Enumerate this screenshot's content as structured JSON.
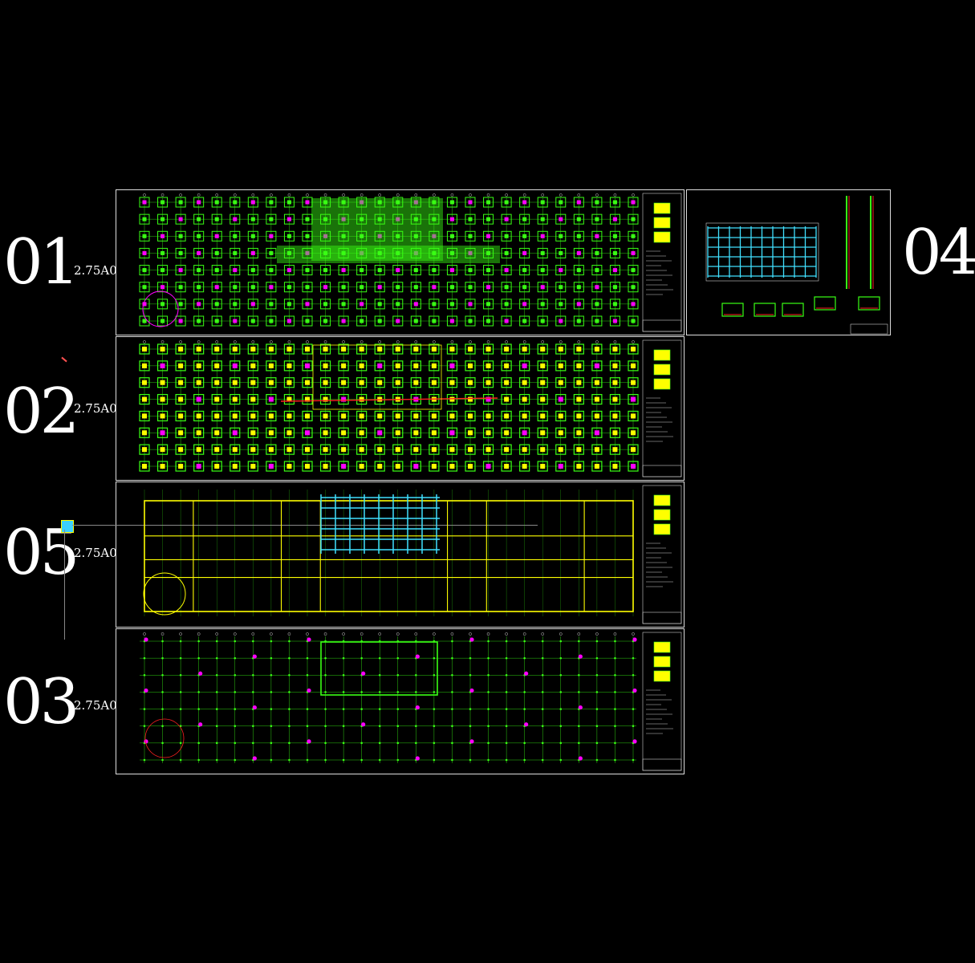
{
  "sheets": [
    {
      "id": "01",
      "scale": "2.75A0"
    },
    {
      "id": "02",
      "scale": "2.75A0"
    },
    {
      "id": "05",
      "scale": "2.75A0"
    },
    {
      "id": "03",
      "scale": "2.75A0"
    },
    {
      "id": "04",
      "scale": ""
    }
  ],
  "colors": {
    "background": "#000000",
    "frame": "#dddddd",
    "grid": "#39ff14",
    "column": "#ffff00",
    "rebar": "#ff00ff",
    "beam": "#40e0ff",
    "red": "#ff2020",
    "green": "#00c000"
  }
}
